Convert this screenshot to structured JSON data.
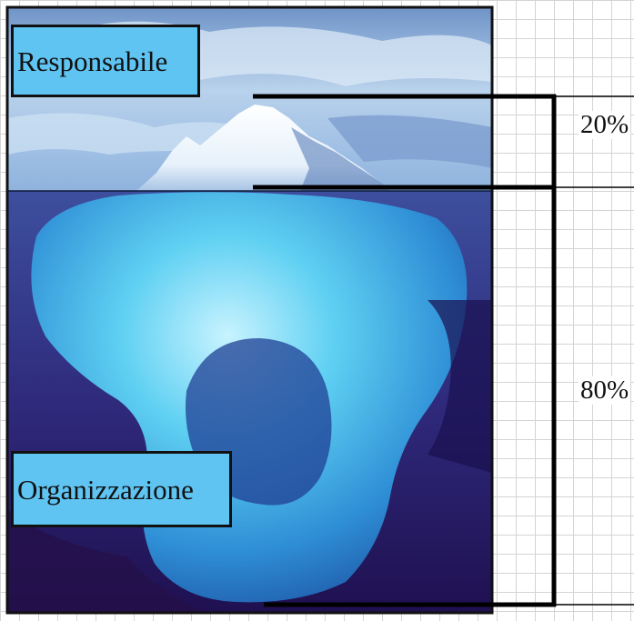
{
  "labels": {
    "top": "Responsabile",
    "bottom": "Organizzazione"
  },
  "percentages": {
    "top": "20%",
    "bottom": "80%"
  },
  "colors": {
    "label_fill": "#5fc4f2",
    "sky": "#a9c9e8",
    "deep_water": "#2a2168",
    "ice": "#6fd2f0"
  }
}
